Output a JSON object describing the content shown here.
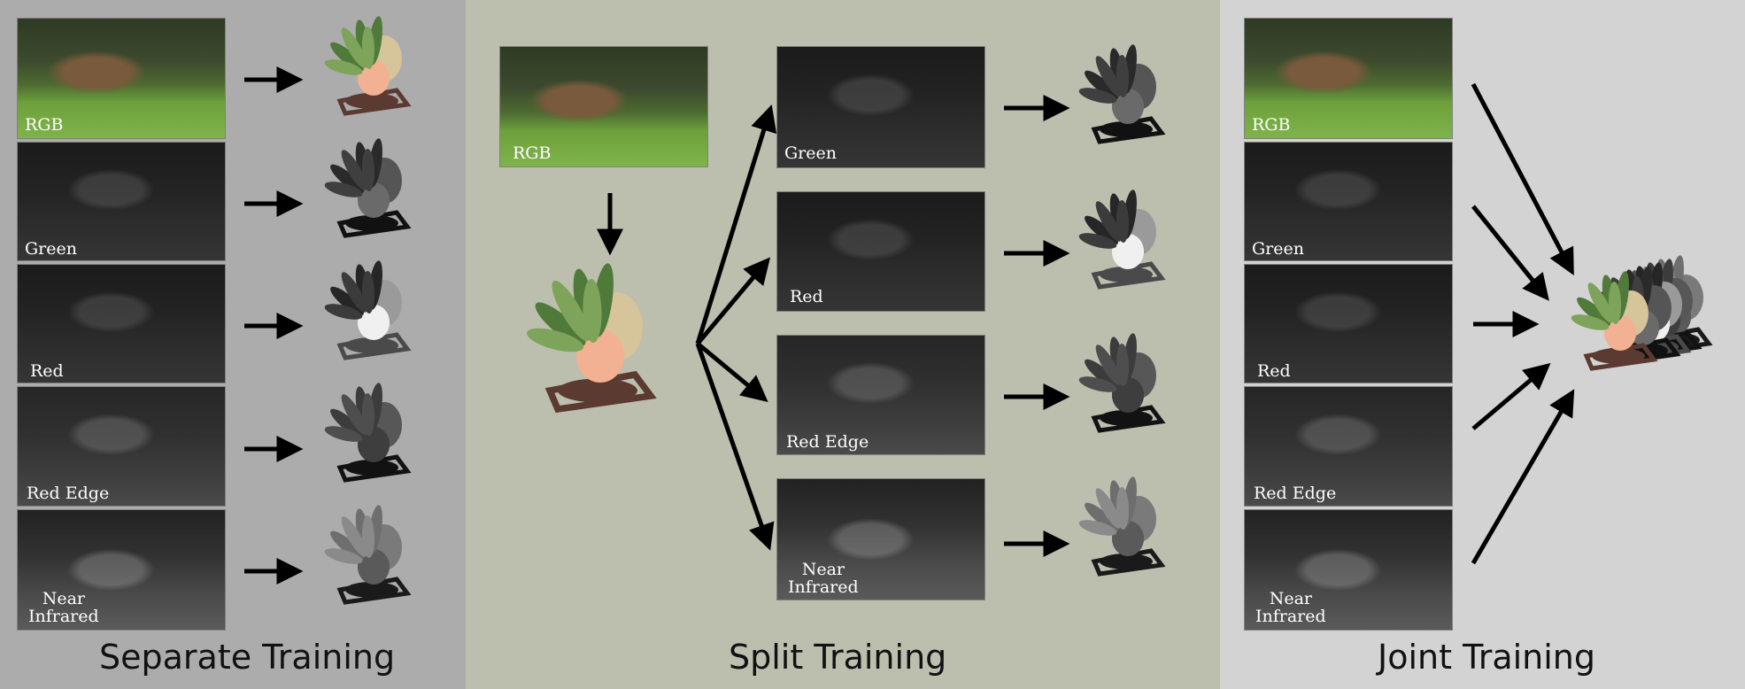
{
  "panels": {
    "separate": {
      "title": "Separate Training",
      "images": [
        "RGB",
        "Green",
        "Red",
        "Red Edge",
        "Near\nInfrared"
      ]
    },
    "split": {
      "title": "Split Training",
      "source": "RGB",
      "images": [
        "Green",
        "Red",
        "Red Edge",
        "Near\nInfrared"
      ]
    },
    "joint": {
      "title": "Joint Training",
      "images": [
        "RGB",
        "Green",
        "Red",
        "Red Edge",
        "Near\nInfrared"
      ]
    }
  },
  "colors": {
    "separate_bg": "#acacac",
    "split_bg": "#bcbfae",
    "joint_bg": "#d3d3d3",
    "plant_leaf_dark": "#4f7a3a",
    "plant_leaf_light": "#7ea35a",
    "plant_flower": "#d6c49a",
    "plant_pot": "#f2b192",
    "plant_saucer": "#5b3a32"
  },
  "icons": [
    "plant-icon",
    "arrow-icon"
  ]
}
